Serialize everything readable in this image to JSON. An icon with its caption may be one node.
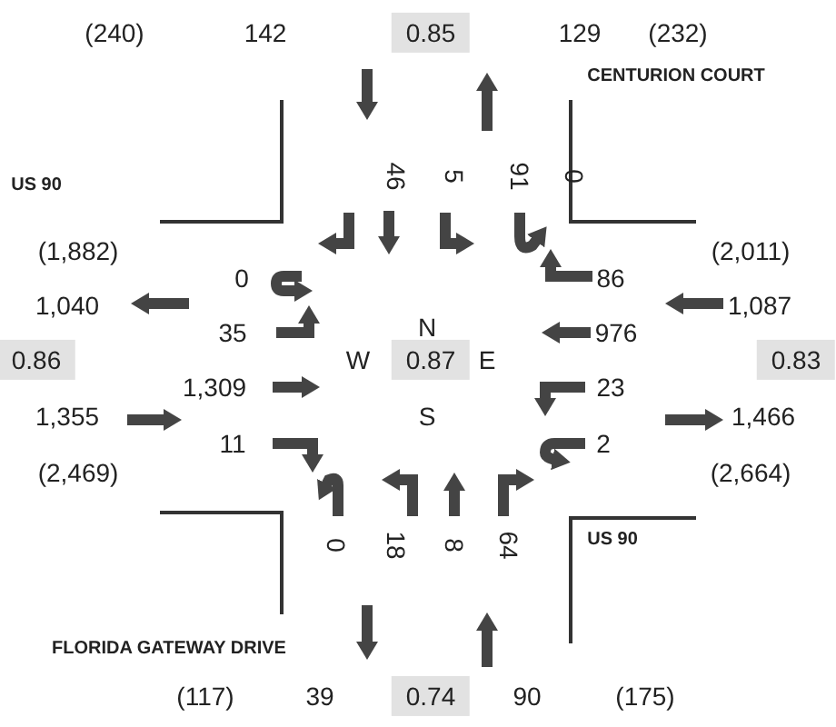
{
  "diagram": {
    "labels": [
      "(240)",
      "142",
      "0.85",
      "129",
      "(232)",
      "CENTURION COURT",
      "US 90",
      "46",
      "5",
      "91",
      "0",
      "(1,882)",
      "(2,011)",
      "0",
      "86",
      "1,040",
      "1,087",
      "35",
      "N",
      "976",
      "0.86",
      "W",
      "0.87",
      "E",
      "0.83",
      "1,309",
      "23",
      "1,355",
      "S",
      "1,466",
      "11",
      "2",
      "(2,469)",
      "(2,664)",
      "0",
      "18",
      "8",
      "64",
      "US 90",
      "FLORIDA GATEWAY DRIVE",
      "(117)",
      "39",
      "0.74",
      "90",
      "(175)"
    ]
  }
}
